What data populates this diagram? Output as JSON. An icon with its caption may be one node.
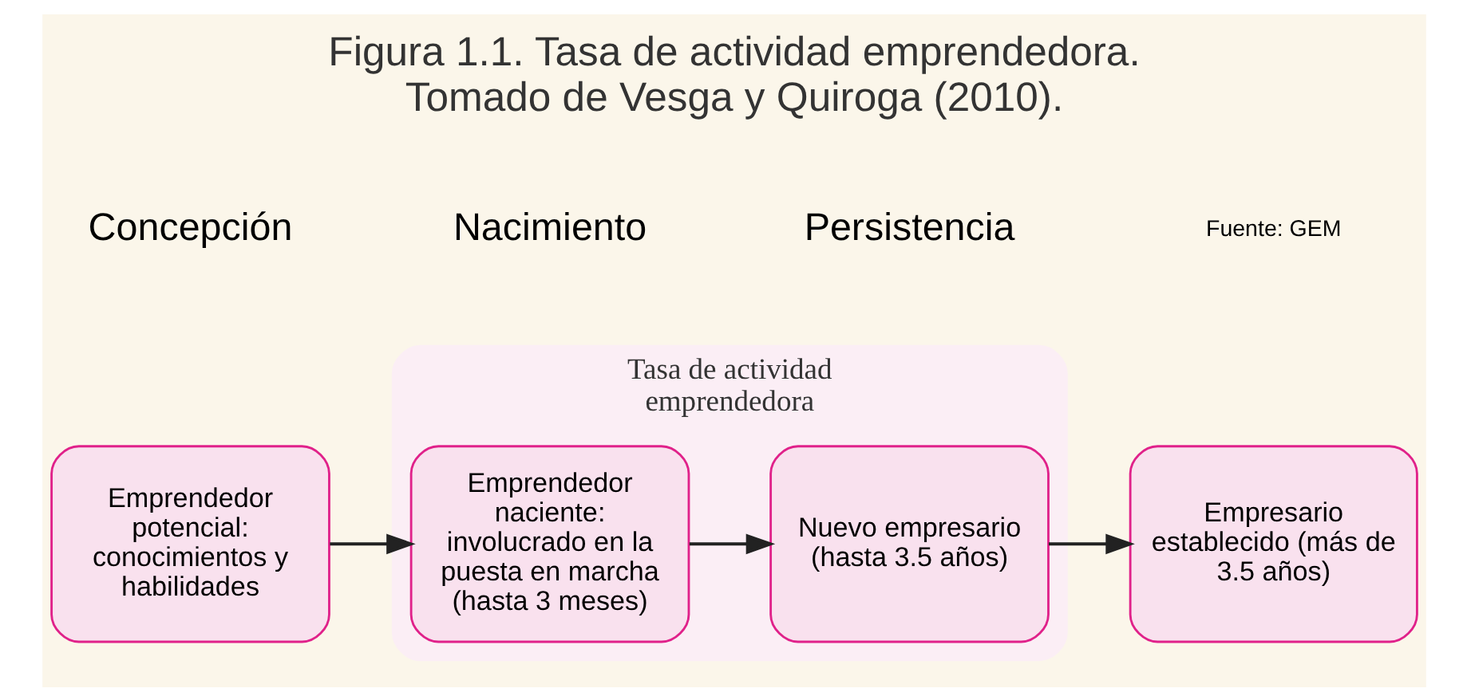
{
  "diagram": {
    "title": "Figura 1.1. Tasa de actividad emprendedora. Tomado de Vesga y Quiroga (2010).",
    "nodes": [
      {
        "text": [
          "Emprendedor potencial: conocimientos y habilidades"
        ]
      },
      {
        "text": [
          "Tasa de actividad emprendedora"
        ]
      },
      {
        "text": [
          "Emprendedor naciente: involucrado en la puesta en marcha (hasta 3 meses)"
        ],
        "in": 1
      },
      {
        "text": [
          "Nuevo empresario (hasta 3.5 años)"
        ],
        "in": 1
      },
      {
        "text": [
          "Empresario establecido (más de 3.5 años)"
        ]
      }
    ],
    "edges": [
      {
        "from": 0,
        "to": 2,
        "arrow": "to"
      },
      {
        "from": 2,
        "to": 3,
        "arrow": "to"
      },
      {
        "from": 3,
        "to": 4,
        "arrow": "to"
      }
    ],
    "labels": [
      "Concepción",
      "Nacimiento",
      "Persistencia",
      "Fuente: GEM"
    ]
  }
}
